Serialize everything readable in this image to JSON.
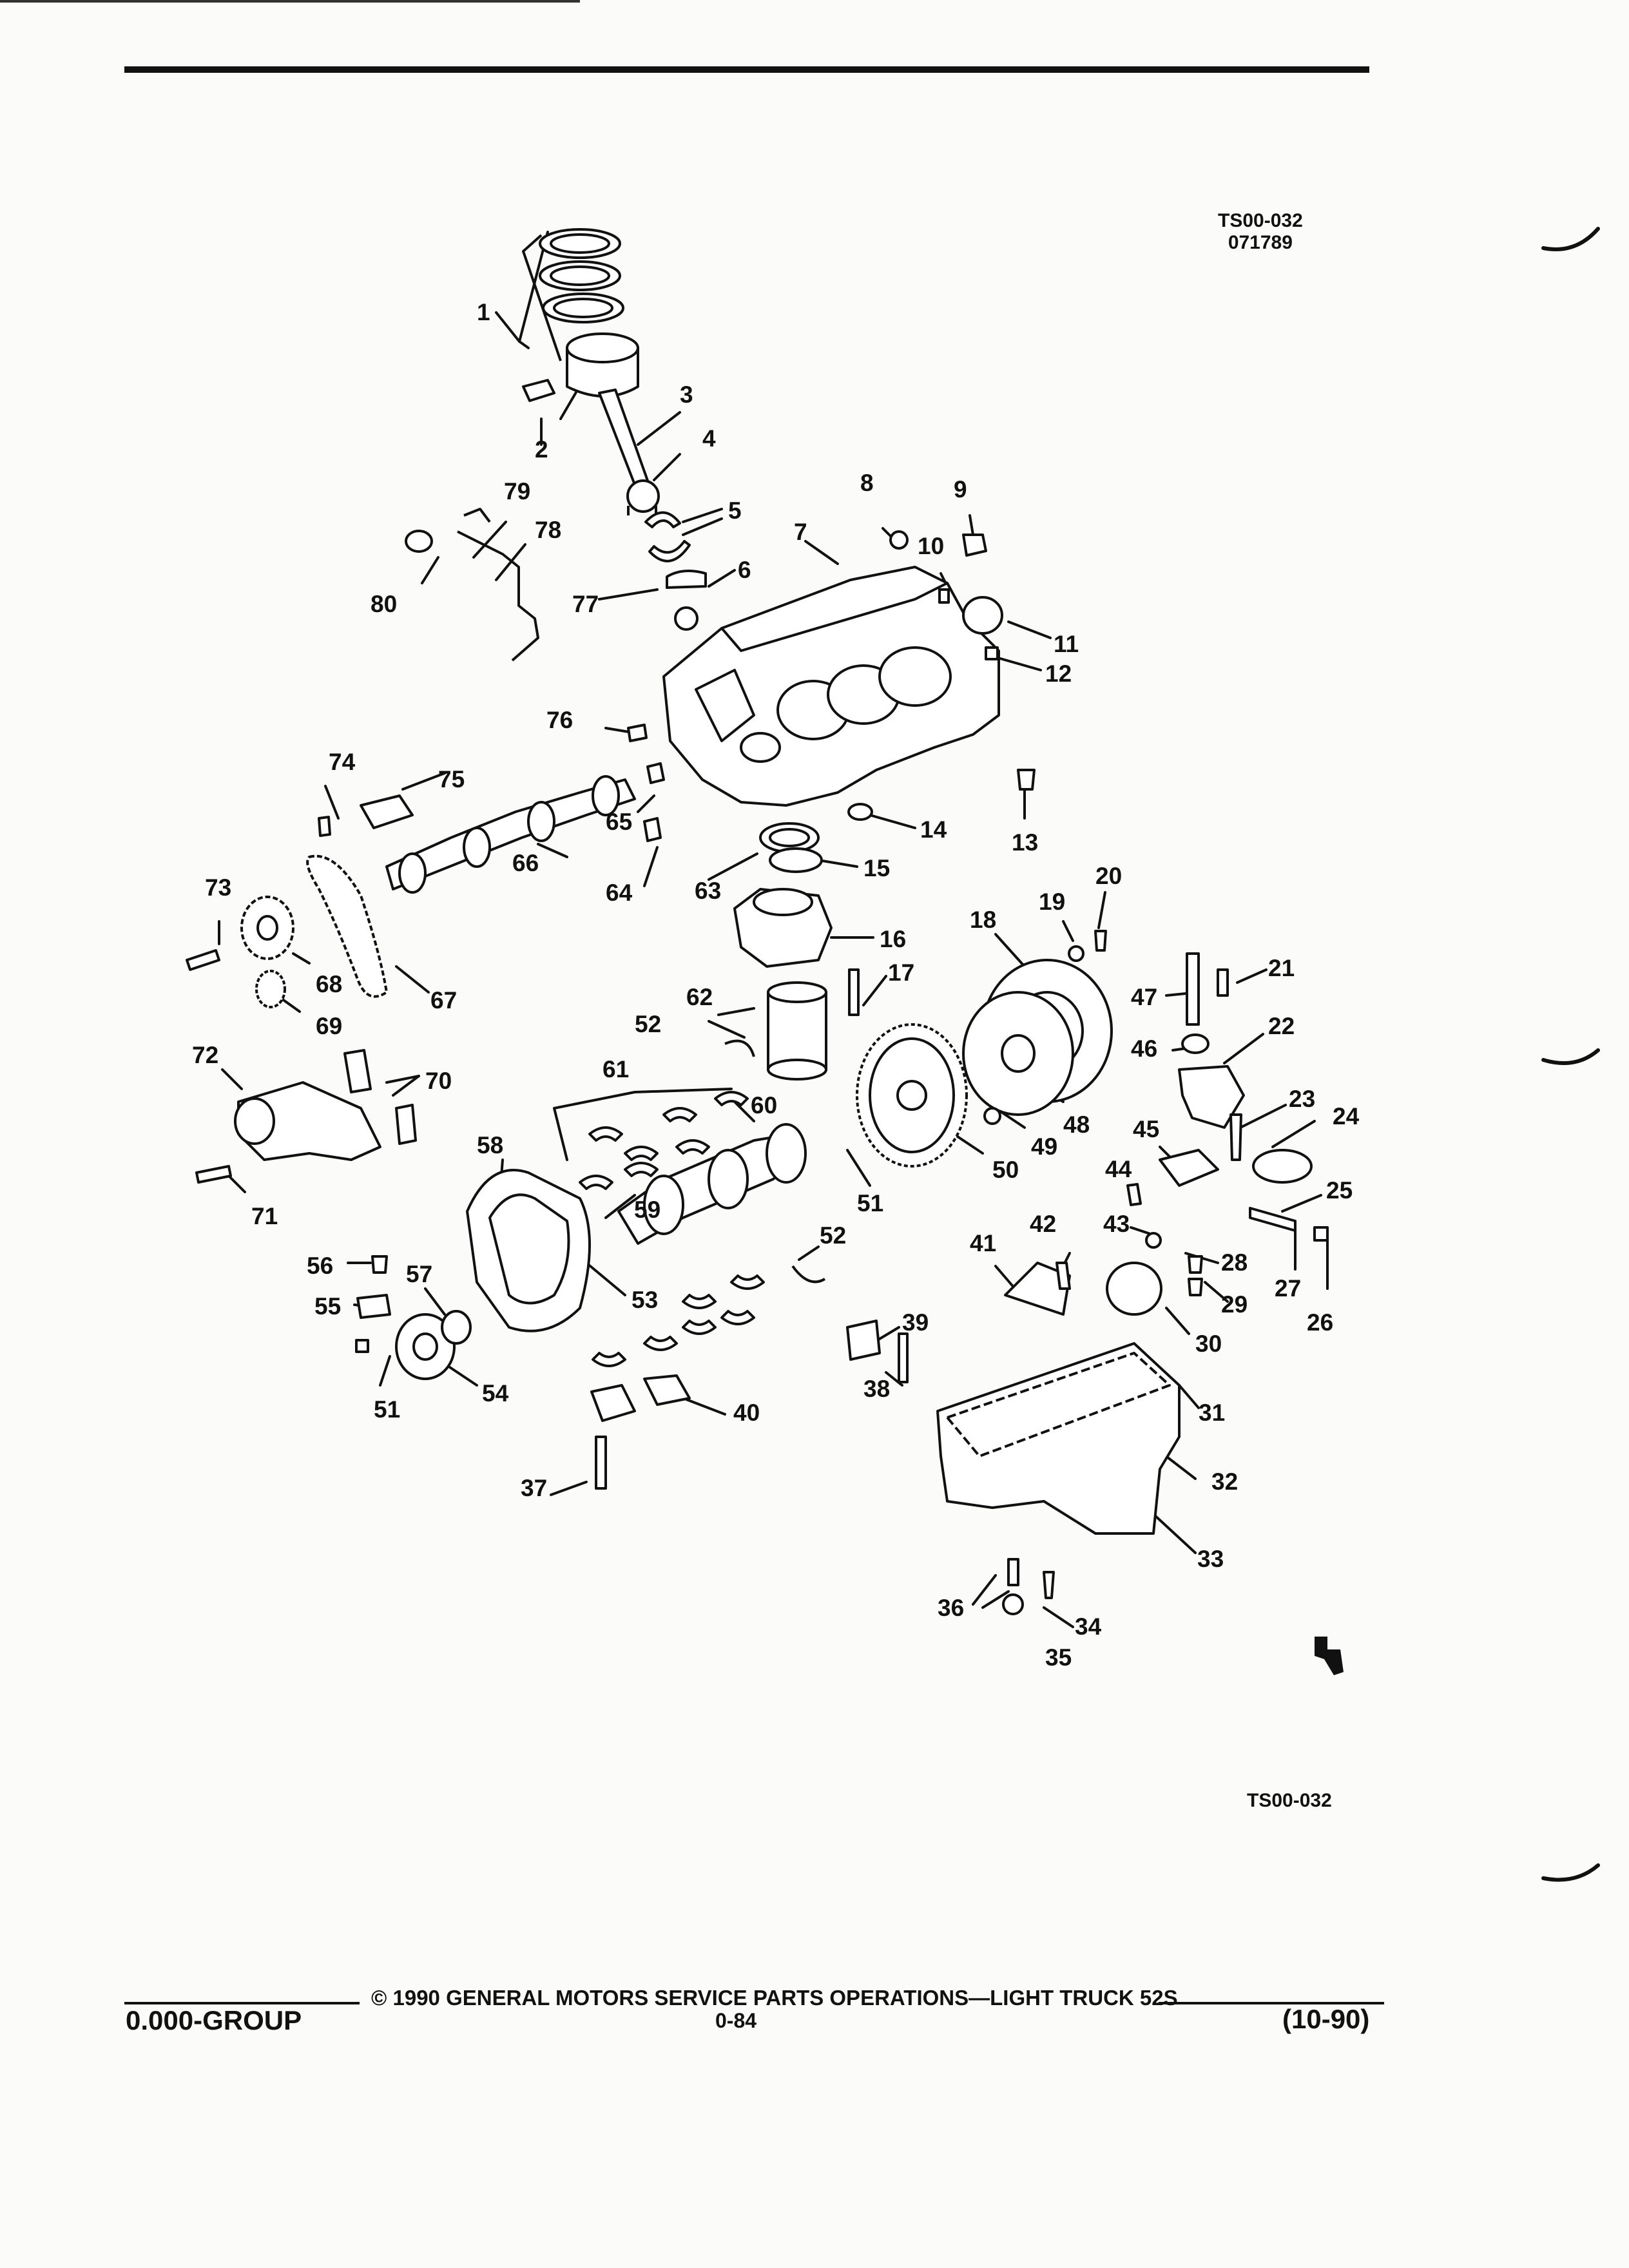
{
  "header": {
    "code_top": "TS00-032",
    "date_code": "071789"
  },
  "figure": {
    "code_bottom": "TS00-032",
    "callouts": [
      "1",
      "2",
      "3",
      "4",
      "5",
      "6",
      "7",
      "8",
      "9",
      "10",
      "11",
      "12",
      "13",
      "14",
      "15",
      "16",
      "17",
      "18",
      "19",
      "20",
      "21",
      "22",
      "23",
      "24",
      "25",
      "26",
      "27",
      "28",
      "29",
      "30",
      "31",
      "32",
      "33",
      "34",
      "35",
      "36",
      "37",
      "38",
      "39",
      "40",
      "41",
      "42",
      "43",
      "44",
      "45",
      "46",
      "47",
      "48",
      "49",
      "50",
      "51",
      "51",
      "52",
      "52",
      "53",
      "54",
      "55",
      "56",
      "57",
      "58",
      "59",
      "60",
      "61",
      "62",
      "63",
      "64",
      "65",
      "66",
      "67",
      "68",
      "69",
      "70",
      "71",
      "72",
      "73",
      "74",
      "75",
      "76",
      "77",
      "78",
      "79",
      "80"
    ],
    "logo_icon": "gm-service-parts-logo-icon"
  },
  "footer": {
    "copyright": "© 1990 GENERAL MOTORS SERVICE PARTS OPERATIONS—LIGHT TRUCK 52S",
    "group": "0.000-GROUP",
    "page": "0-84",
    "revision": "(10-90)"
  }
}
